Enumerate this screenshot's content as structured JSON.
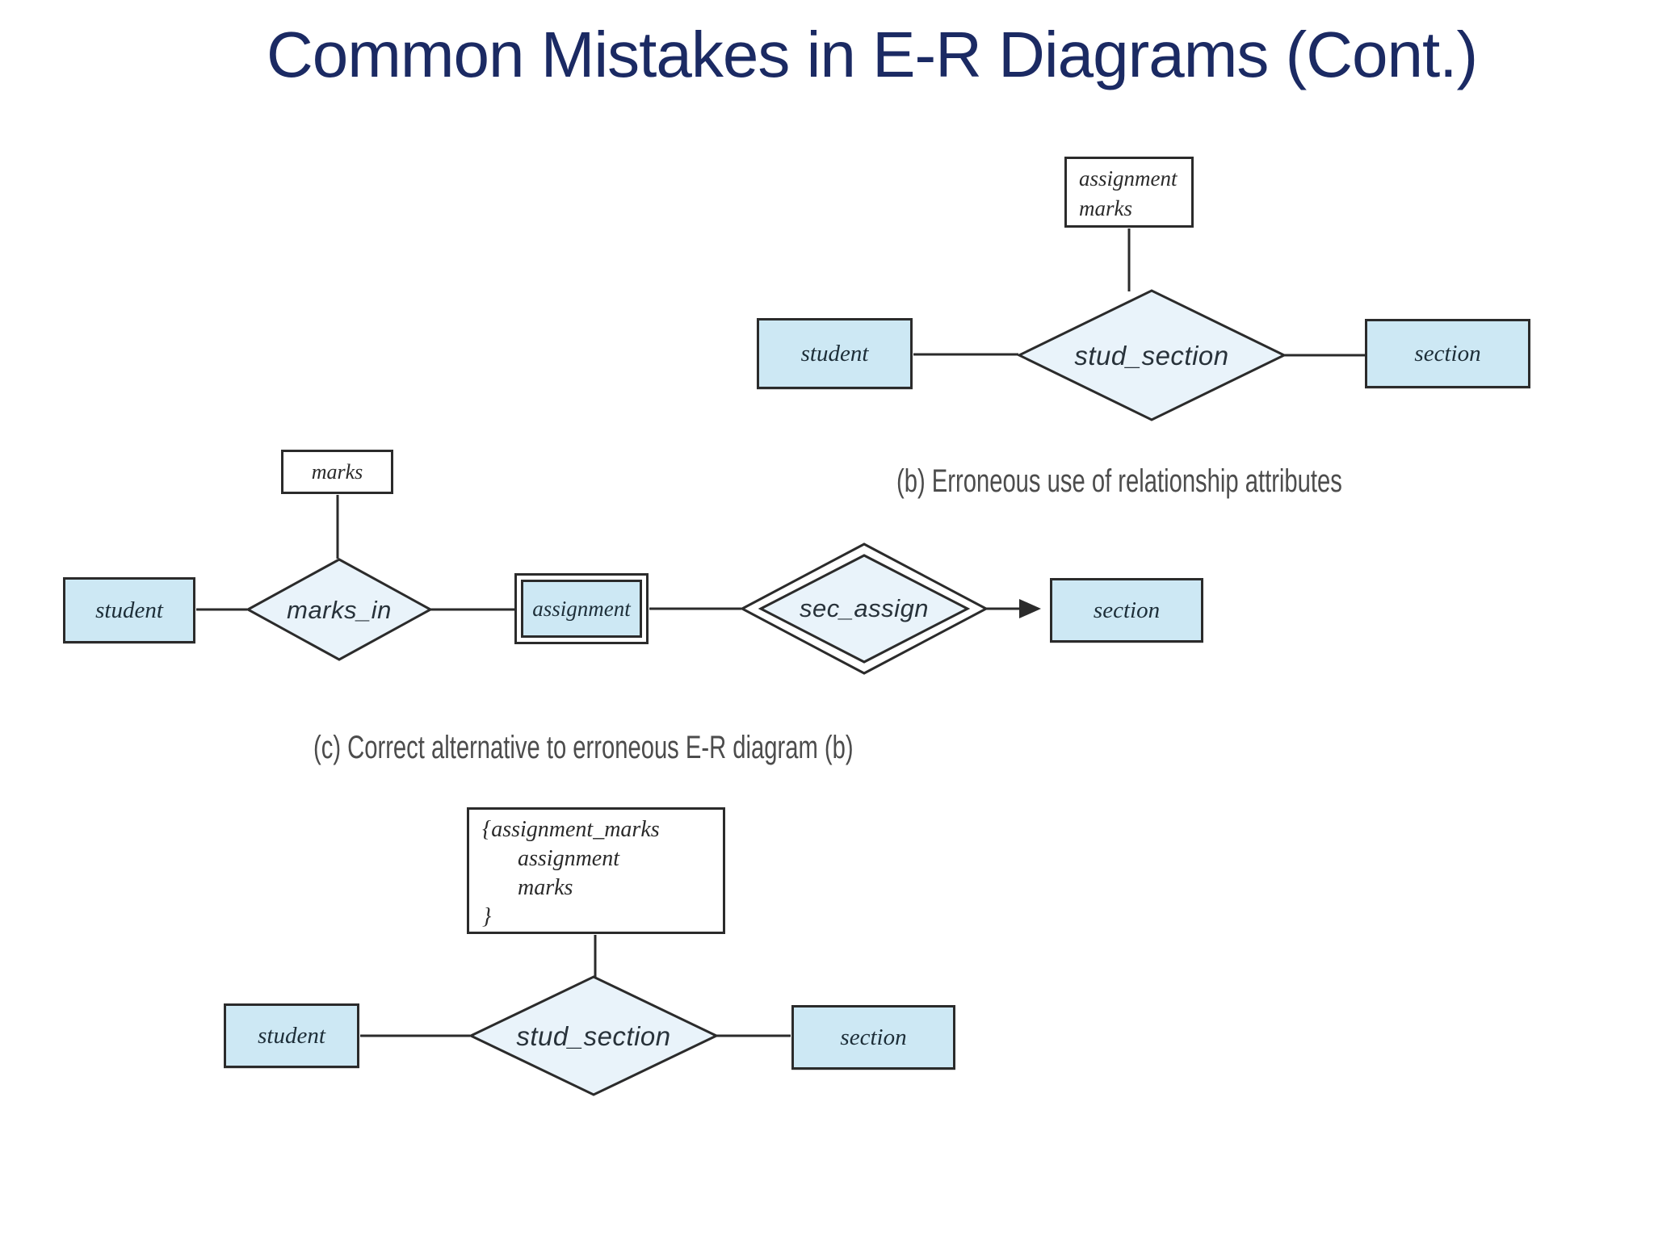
{
  "title": "Common Mistakes in E-R Diagrams (Cont.)",
  "diagram_b": {
    "caption": "(b) Erroneous use of relationship attributes",
    "attribute_box": {
      "line1": "assignment",
      "line2": "marks"
    },
    "relationship_label": "stud_section",
    "entity_left": "student",
    "entity_right": "section"
  },
  "diagram_c": {
    "caption": "(c) Correct alternative to erroneous E-R diagram (b)",
    "attribute_label": "marks",
    "relationship1_label": "marks_in",
    "weak_entity_label": "assignment",
    "relationship2_label": "sec_assign",
    "entity_left": "student",
    "entity_right": "section"
  },
  "diagram_d": {
    "attribute_box": {
      "line1": "{assignment_marks",
      "line2": "assignment",
      "line3": "marks",
      "line4": "}"
    },
    "relationship_label": "stud_section",
    "entity_left": "student",
    "entity_right": "section"
  },
  "colors": {
    "title_text": "#1b2a63",
    "entity_fill": "#cde8f4",
    "diamond_fill": "#e9f3fa",
    "outline": "#2b2b2b",
    "caption_text": "#4c4c4c",
    "background": "#ffffff"
  }
}
